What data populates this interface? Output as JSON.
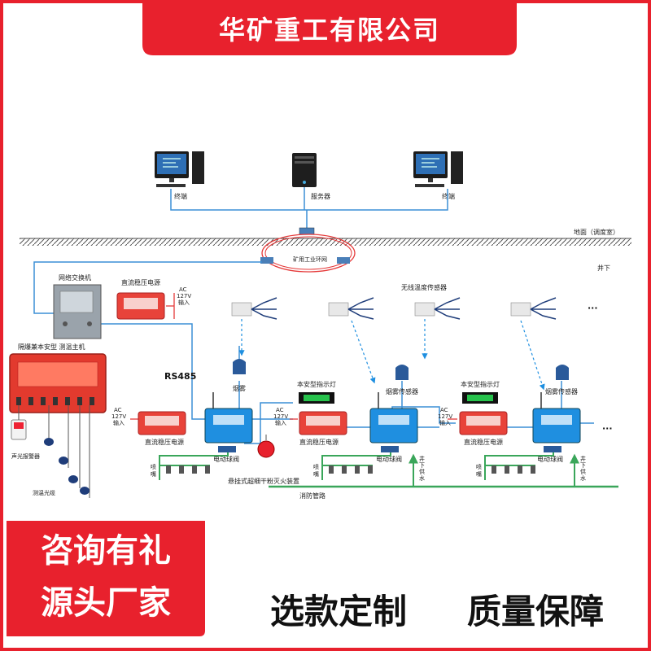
{
  "header": {
    "title": "华矿重工有限公司"
  },
  "colors": {
    "brand_red": "#e8212d",
    "pipe_green": "#3aa65a",
    "cable_blue": "#3b8fd6",
    "power_red": "#e53a3a",
    "device_blue": "#1f8fe0",
    "device_red": "#e8433a"
  },
  "surface": {
    "terminal_left": "终端",
    "server": "服务器",
    "terminal_right": "终端",
    "ground_label": "地面（调度室）",
    "ring_label": "矿用工业环网"
  },
  "underground": {
    "label": "井下",
    "switch_label": "网络交换机",
    "psu_top_label": "直流稳压电源",
    "ac_input_top": "AC\n127V\n输入",
    "host_label": "隔爆兼本安型  测温主机",
    "rs485": "RS485",
    "alarm_label": "声光报警器",
    "fiber_label": "测温光缆",
    "wireless_sensor": "无线温度传感器",
    "smoke_1": "烟雾",
    "smoke_2": "烟雾传感器",
    "smoke_3": "烟雾传感器",
    "indicator_1": "本安型指示灯",
    "indicator_2": "本安型指示灯",
    "ac_input_1": "AC\n127V\n输入",
    "ac_input_2": "AC\n127V\n输入",
    "ac_input_3": "AC\n127V\n输入",
    "psu_1": "直流稳压电源",
    "psu_2": "直流稳压电源",
    "psu_3": "直流稳压电源",
    "valve_1": "电动球阀",
    "valve_2": "电动球阀",
    "valve_3": "电动球阀",
    "nozzle_1": "喷\n嘴",
    "nozzle_2": "喷\n嘴",
    "nozzle_3": "喷\n嘴",
    "water_1": "井\n下\n供\n水",
    "water_2": "井\n下\n供\n水",
    "extinguisher": "悬挂式超细干粉灭火装置",
    "fire_pipe": "消防管路",
    "ellipsis_1": "···",
    "ellipsis_2": "···"
  },
  "banners": {
    "left_1": "咨询有礼",
    "left_2": "源头厂家",
    "right_1": "选款定制",
    "right_2": "质量保障"
  }
}
